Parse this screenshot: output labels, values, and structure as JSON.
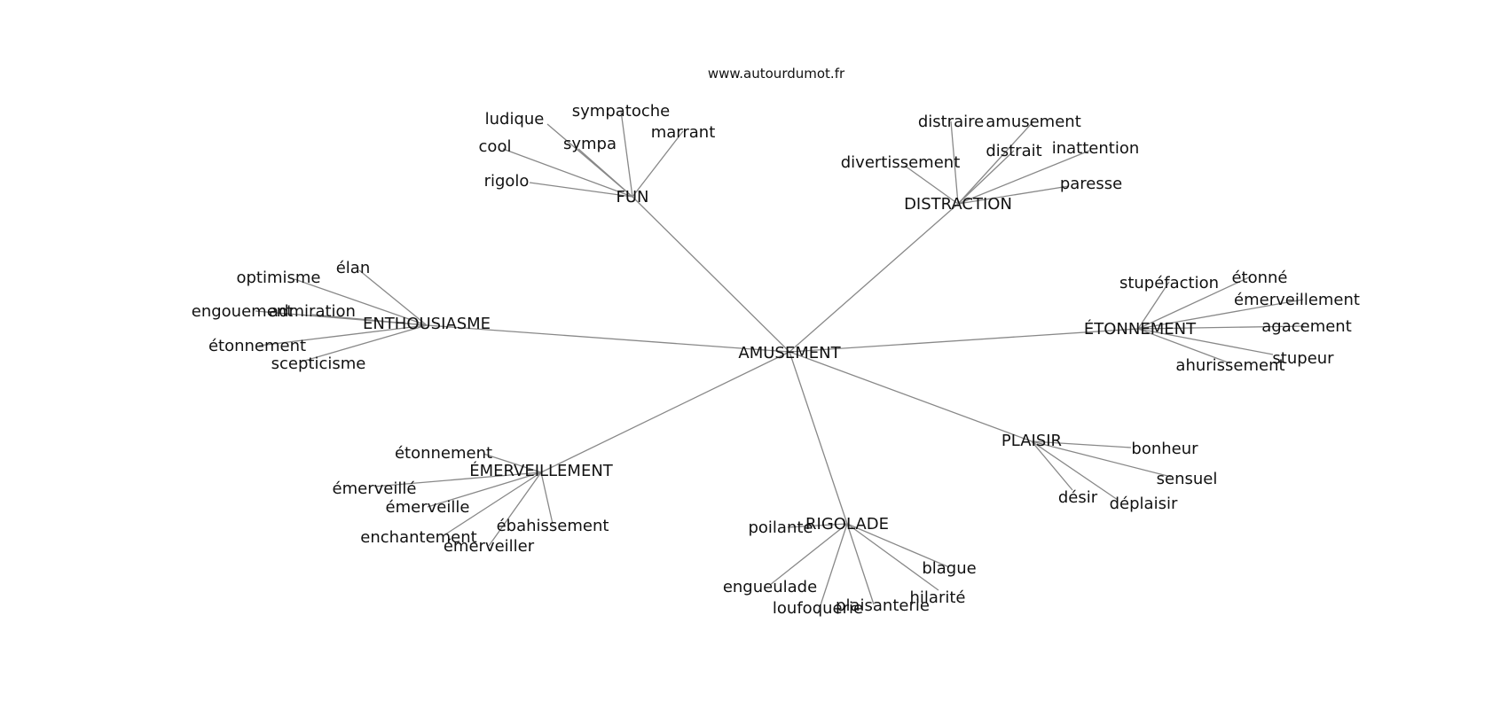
{
  "source": "www.autourdumot.fr",
  "colors": {
    "edge": "#888888",
    "text": "#111111",
    "background": "#ffffff"
  },
  "center": "AMUSEMENT",
  "groups": [
    {
      "label": "FUN",
      "leaves": [
        "ludique",
        "sympatoche",
        "marrant",
        "cool",
        "sympa",
        "rigolo"
      ]
    },
    {
      "label": "DISTRACTION",
      "leaves": [
        "distraire",
        "amusement",
        "distrait",
        "inattention",
        "divertissement",
        "paresse"
      ]
    },
    {
      "label": "ENTHOUSIASME",
      "leaves": [
        "élan",
        "optimisme",
        "engouement",
        "admiration",
        "étonnement",
        "scepticisme"
      ]
    },
    {
      "label": "ÉTONNEMENT",
      "leaves": [
        "stupéfaction",
        "étonné",
        "émerveillement",
        "agacement",
        "stupeur",
        "ahurissement"
      ]
    },
    {
      "label": "ÉMERVEILLEMENT",
      "leaves": [
        "étonnement",
        "émerveillé",
        "émerveille",
        "ébahissement",
        "enchantement",
        "émerveiller"
      ]
    },
    {
      "label": "RIGOLADE",
      "leaves": [
        "poilante",
        "blague",
        "engueulade",
        "hilarité",
        "plaisanterie",
        "loufoquerie"
      ]
    },
    {
      "label": "PLAISIR",
      "leaves": [
        "bonheur",
        "sensuel",
        "désir",
        "déplaisir"
      ]
    }
  ]
}
